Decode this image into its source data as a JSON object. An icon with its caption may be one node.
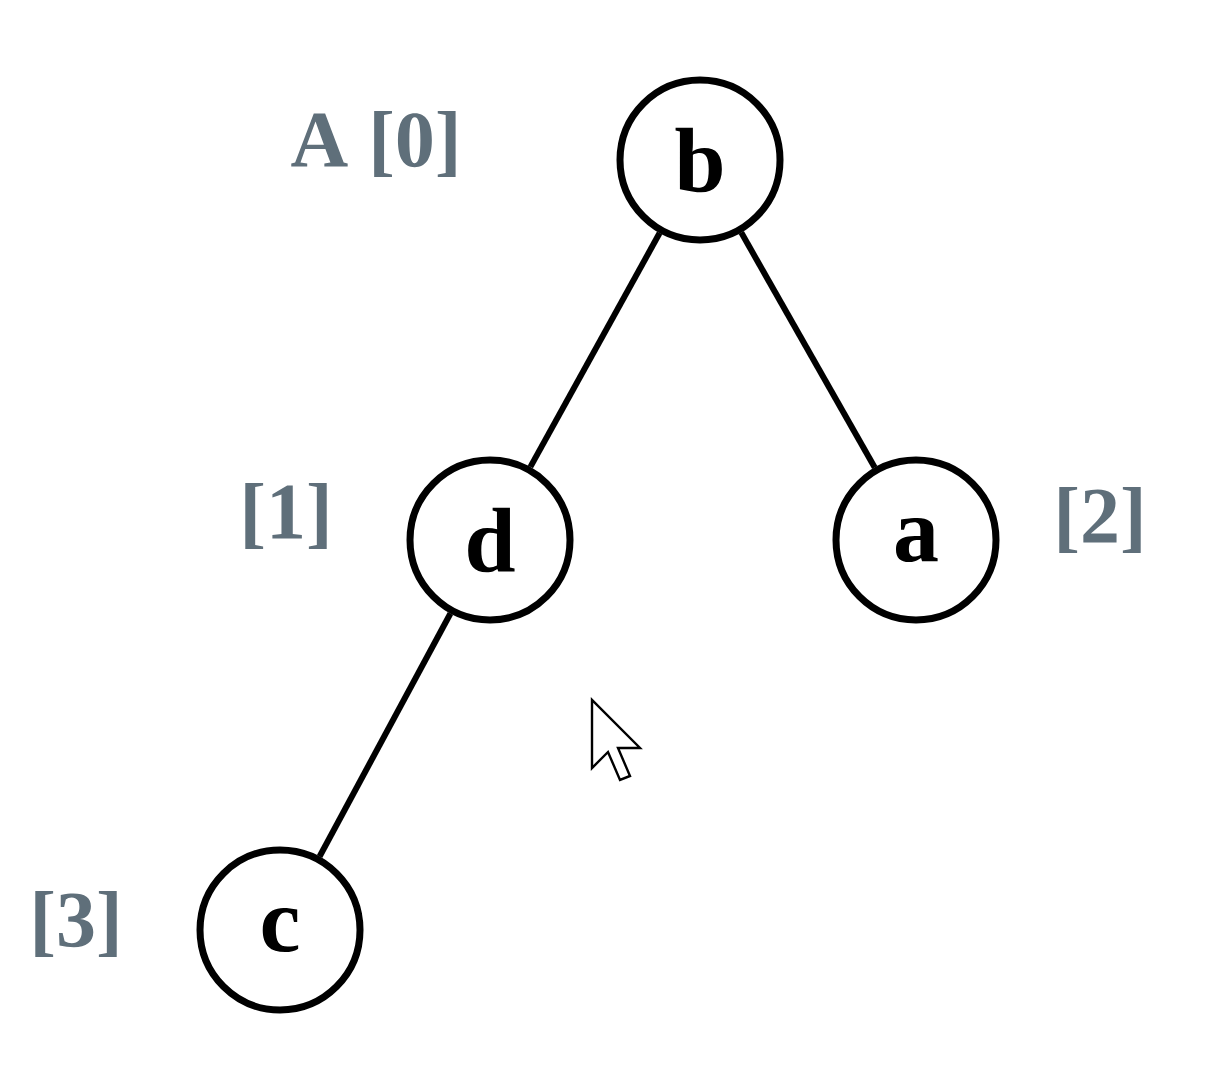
{
  "diagram": {
    "nodes": [
      {
        "text": [
          "b"
        ],
        "beside": [
          "A [0]"
        ]
      },
      {
        "text": [
          "d"
        ],
        "beside": [
          "[1]"
        ]
      },
      {
        "text": [
          "a"
        ],
        "beside": [
          "[2]"
        ]
      },
      {
        "text": [
          "c"
        ],
        "beside": [
          "[3]"
        ]
      }
    ],
    "edges": [
      {
        "from": 0,
        "to": 1,
        "arrow": "none"
      },
      {
        "from": 0,
        "to": 2,
        "arrow": "none"
      },
      {
        "from": 1,
        "to": 3,
        "arrow": "none"
      }
    ]
  }
}
